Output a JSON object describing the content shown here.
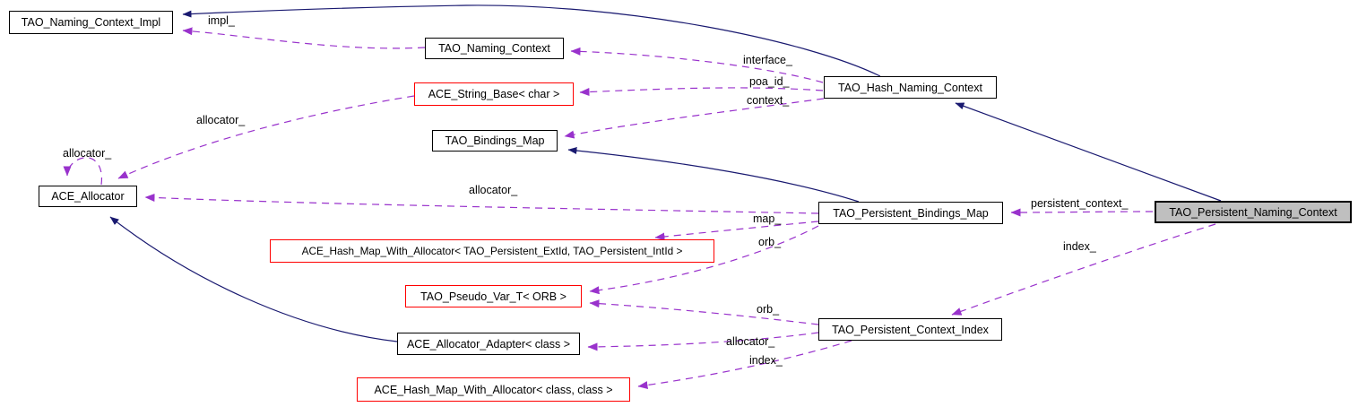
{
  "diagram_title": "TAO_Persistent_Naming_Context collaboration graph",
  "colors": {
    "inheritance_edge": "#191970",
    "usage_edge": "#9932cc",
    "node_border": "#000000",
    "template_node_border": "#ff0000",
    "current_node_fill": "#bfbfbf",
    "node_fill": "#ffffff"
  },
  "nodes": {
    "naming_context_impl": {
      "label": "TAO_Naming_Context_Impl"
    },
    "naming_context": {
      "label": "TAO_Naming_Context"
    },
    "string_base": {
      "label": "ACE_String_Base< char >"
    },
    "bindings_map": {
      "label": "TAO_Bindings_Map"
    },
    "hash_naming_context": {
      "label": "TAO_Hash_Naming_Context"
    },
    "allocator": {
      "label": "ACE_Allocator"
    },
    "persistent_bindings_map": {
      "label": "TAO_Persistent_Bindings_Map"
    },
    "hash_map_persistent": {
      "label": "ACE_Hash_Map_With_Allocator< TAO_Persistent_ExtId, TAO_Persistent_IntId >"
    },
    "pseudo_var": {
      "label": "TAO_Pseudo_Var_T< ORB >"
    },
    "persistent_context_index": {
      "label": "TAO_Persistent_Context_Index"
    },
    "allocator_adapter": {
      "label": "ACE_Allocator_Adapter< class >"
    },
    "hash_map_class": {
      "label": "ACE_Hash_Map_With_Allocator< class, class >"
    },
    "persistent_naming_context": {
      "label": "TAO_Persistent_Naming_Context"
    }
  },
  "edge_labels": {
    "impl": "impl_",
    "interface": "interface_",
    "poa_id": "poa_id_",
    "context": "context_",
    "allocator_self": "allocator_",
    "allocator_string": "allocator_",
    "allocator_long": "allocator_",
    "map": "map_",
    "orb_upper": "orb_",
    "orb_lower": "orb_",
    "persistent_context": "persistent_context_",
    "index_right": "index_",
    "allocator_adapter": "allocator_",
    "index_bottom": "index_"
  },
  "edges": [
    {
      "from": "hash_naming_context",
      "to": "naming_context_impl",
      "type": "inheritance"
    },
    {
      "from": "persistent_naming_context",
      "to": "hash_naming_context",
      "type": "inheritance"
    },
    {
      "from": "persistent_bindings_map",
      "to": "bindings_map",
      "type": "inheritance"
    },
    {
      "from": "allocator_adapter",
      "to": "allocator",
      "type": "inheritance"
    },
    {
      "from": "naming_context",
      "to": "naming_context_impl",
      "type": "usage",
      "label": "impl_"
    },
    {
      "from": "hash_naming_context",
      "to": "naming_context",
      "type": "usage",
      "label": "interface_"
    },
    {
      "from": "hash_naming_context",
      "to": "string_base",
      "type": "usage",
      "label": "poa_id_"
    },
    {
      "from": "hash_naming_context",
      "to": "bindings_map",
      "type": "usage",
      "label": "context_"
    },
    {
      "from": "string_base",
      "to": "allocator",
      "type": "usage",
      "label": "allocator_"
    },
    {
      "from": "allocator",
      "to": "allocator",
      "type": "usage",
      "label": "allocator_"
    },
    {
      "from": "persistent_bindings_map",
      "to": "allocator",
      "type": "usage",
      "label": "allocator_"
    },
    {
      "from": "persistent_bindings_map",
      "to": "hash_map_persistent",
      "type": "usage",
      "label": "map_"
    },
    {
      "from": "persistent_bindings_map",
      "to": "pseudo_var",
      "type": "usage",
      "label": "orb_"
    },
    {
      "from": "persistent_context_index",
      "to": "pseudo_var",
      "type": "usage",
      "label": "orb_"
    },
    {
      "from": "persistent_naming_context",
      "to": "persistent_bindings_map",
      "type": "usage",
      "label": "persistent_context_"
    },
    {
      "from": "persistent_naming_context",
      "to": "persistent_context_index",
      "type": "usage",
      "label": "index_"
    },
    {
      "from": "persistent_context_index",
      "to": "allocator_adapter",
      "type": "usage",
      "label": "allocator_"
    },
    {
      "from": "persistent_context_index",
      "to": "hash_map_class",
      "type": "usage",
      "label": "index_"
    }
  ]
}
